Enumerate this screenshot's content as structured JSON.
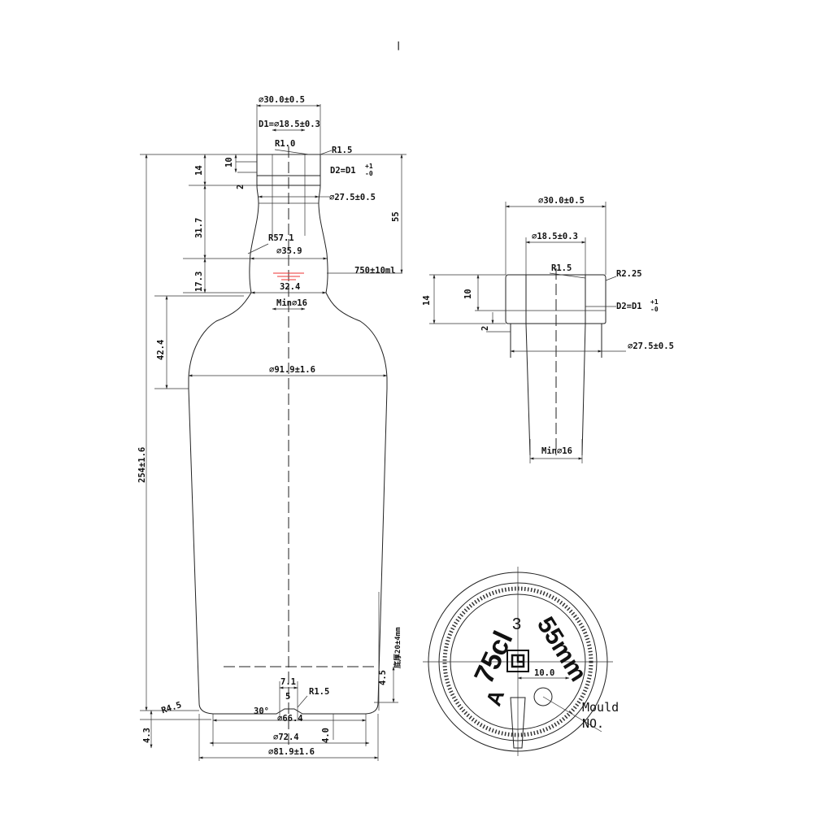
{
  "drawing": {
    "top_mark": "|",
    "main_view": {
      "neck_od": "⌀30.0±0.5",
      "bore_d1": "D1=⌀18.5±0.3",
      "r_top": "R1.0",
      "r_edge": "R1.5",
      "h14": "14",
      "h10": "10",
      "h2": "2",
      "d2": "D2=D1",
      "tol_plus": "+1",
      "tol_minus": "-0",
      "neck_dia": "⌀27.5±0.5",
      "h55": "55",
      "h31_7": "31.7",
      "r57": "R57.1",
      "bulge": "⌀35.9",
      "fill_level": "750±10ml",
      "h17_3": "17.3",
      "neck_min": "32.4",
      "min16": "Min⌀16",
      "h42_4": "42.4",
      "shoulder_dia": "⌀91.9±1.6",
      "total_h": "254±1.6",
      "wall": "底厚20±4mm",
      "h4_5": "4.5",
      "d7_1": "7.1",
      "d5": "5",
      "r1_5": "R1.5",
      "r4_5": "R4.5",
      "angle": "30°",
      "d66": "⌀66.4",
      "d72": "⌀72.4",
      "h4_0": "4.0",
      "h4_3": "4.3",
      "base_dia": "⌀81.9±1.6"
    },
    "finish_view": {
      "od": "⌀30.0±0.5",
      "bore": "⌀18.5±0.3",
      "r1_5": "R1.5",
      "r2_25": "R2.25",
      "h10": "10",
      "h14": "14",
      "h2": "2",
      "d2": "D2=D1",
      "tol_plus": "+1",
      "tol_minus": "-0",
      "neck": "⌀27.5±0.5",
      "min16": "Min⌀16"
    },
    "base_view": {
      "capacity": "75cl",
      "height_mark": "55mm",
      "letter_a": "A",
      "mark_3": "3",
      "dim_10": "10.0",
      "mould": "Mould",
      "no": "NO."
    }
  }
}
